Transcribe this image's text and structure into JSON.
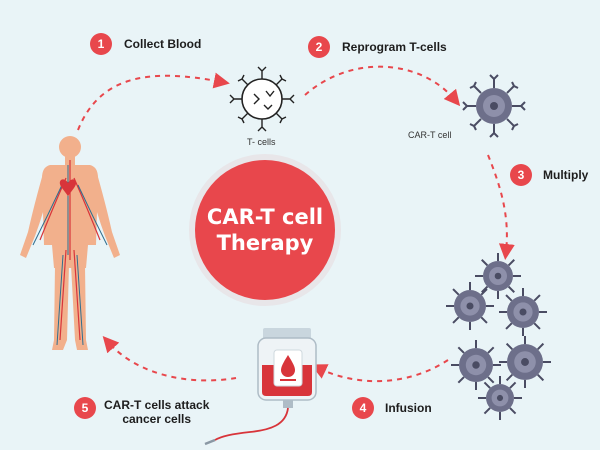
{
  "center": {
    "line1": "CAR-T cell",
    "line2": "Therapy"
  },
  "steps": [
    {
      "number": "1",
      "label": "Collect Blood"
    },
    {
      "number": "2",
      "label": "Reprogram T-cells"
    },
    {
      "number": "3",
      "label": "Multiply"
    },
    {
      "number": "4",
      "label": "Infusion"
    },
    {
      "number": "5",
      "label_line1": "CAR-T cells attack",
      "label_line2": "cancer cells"
    }
  ],
  "cell_labels": {
    "t_cells": "T- cells",
    "car_t_cell": "CAR-T cell"
  },
  "colors": {
    "accent": "#e8474c",
    "background": "#e9f4f7",
    "cell_fill": "#6d6f8a",
    "body_skin": "#f2b08c",
    "vessel_red": "#d8343a",
    "vessel_blue": "#2f6e8f"
  }
}
